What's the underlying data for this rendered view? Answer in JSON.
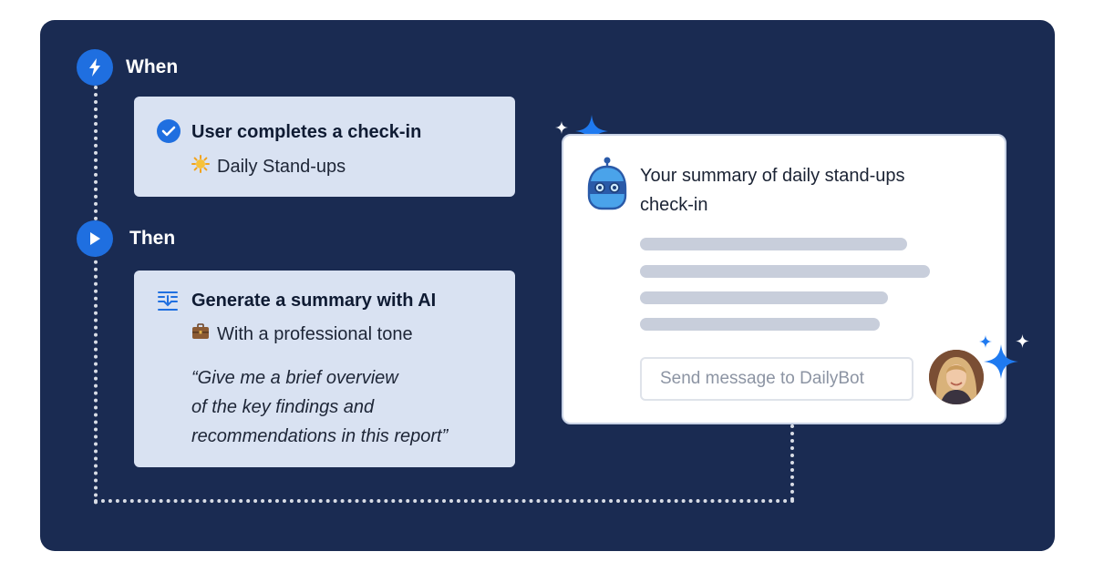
{
  "workflow": {
    "when_label": "When",
    "then_label": "Then",
    "trigger": {
      "title": "User completes a check-in",
      "subtitle": "Daily Stand-ups",
      "subtitle_emoji": "sun-icon"
    },
    "action": {
      "title": "Generate a summary with AI",
      "subtitle": "With a professional tone",
      "subtitle_emoji": "briefcase-icon",
      "prompt_lines": [
        "“Give me a brief overview",
        "of the key findings and",
        "recommendations in this report”"
      ]
    }
  },
  "chat": {
    "message_line1": "Your summary of daily stand-ups",
    "message_line2": "check-in",
    "input_placeholder": "Send message to DailyBot"
  },
  "colors": {
    "panel": "#1a2b52",
    "accent": "#1f6fe0",
    "card": "#d9e2f2",
    "sparkle": "#1f7af0"
  },
  "icons": [
    "lightning-icon",
    "play-icon",
    "check-circle-icon",
    "summary-filter-icon",
    "robot-icon",
    "sparkle-icon",
    "avatar"
  ]
}
